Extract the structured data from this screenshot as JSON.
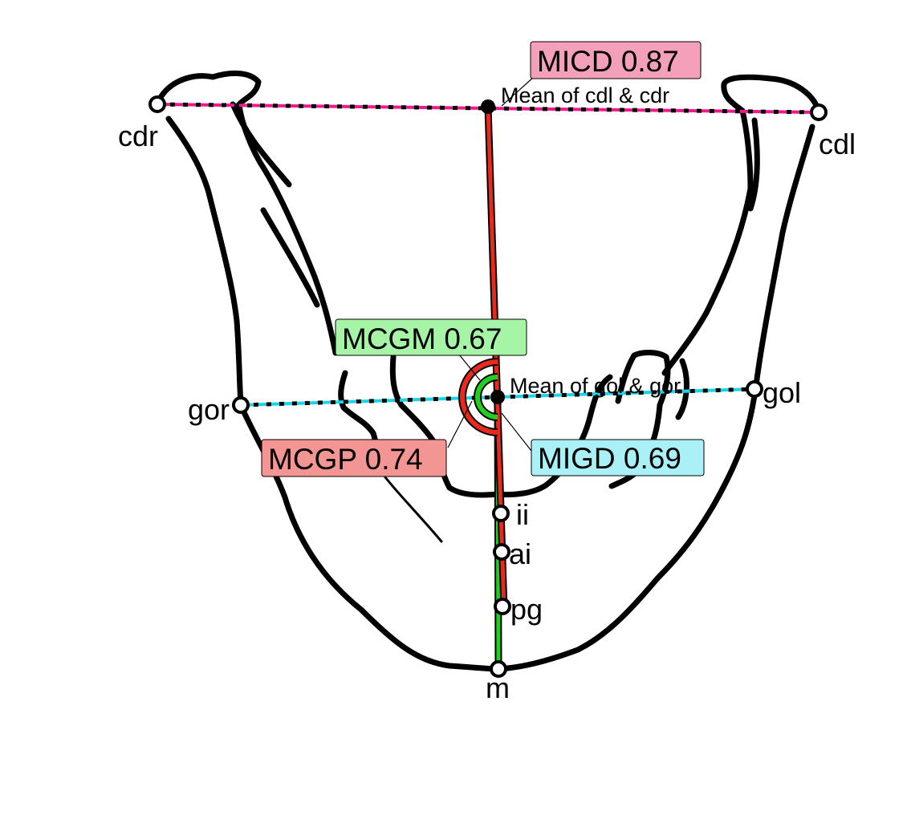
{
  "colors": {
    "outline": "#000000",
    "micd": "#f4a0ba",
    "mcgm": "#a6f5a6",
    "mcgp": "#f39593",
    "migd": "#a9f1f6",
    "condyle_line": "#ec1a8d",
    "gonion_line": "#19d3ea",
    "red_line": "#e8291c",
    "green_line": "#1fd01f"
  },
  "landmarks": {
    "cdr": "cdr",
    "cdl": "cdl",
    "gor": "gor",
    "gol": "gol",
    "ii": "ii",
    "ai": "ai",
    "pg": "pg",
    "m": "m"
  },
  "notes": {
    "condyle_mean": "Mean of cdl & cdr",
    "gonion_mean": "Mean of gol & gor"
  },
  "measurements": {
    "micd": "MICD 0.87",
    "mcgm": "MCGM 0.67",
    "mcgp": "MCGP 0.74",
    "migd": "MIGD 0.69"
  }
}
